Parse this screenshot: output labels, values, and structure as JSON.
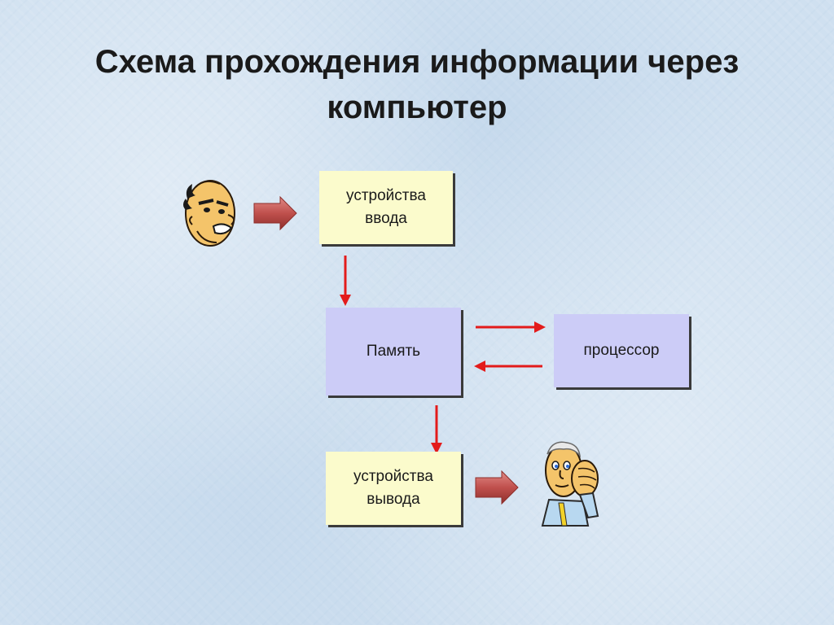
{
  "slide": {
    "title": "Схема прохождения информации через компьютер"
  },
  "diagram": {
    "nodes": {
      "input": "устройства\nввода",
      "memory": "Память",
      "processor": "процессор",
      "output": "устройства\nвывода"
    },
    "figures": {
      "speaker": "man-shouting-icon",
      "listener": "man-listening-icon"
    },
    "colors": {
      "input_box": "#fbfbcc",
      "output_box": "#fbfbcc",
      "memory_box": "#ccccf7",
      "processor_box": "#ccccf7",
      "flow_arrow": "#e31b1b",
      "block_arrow": "#c0504d"
    }
  }
}
